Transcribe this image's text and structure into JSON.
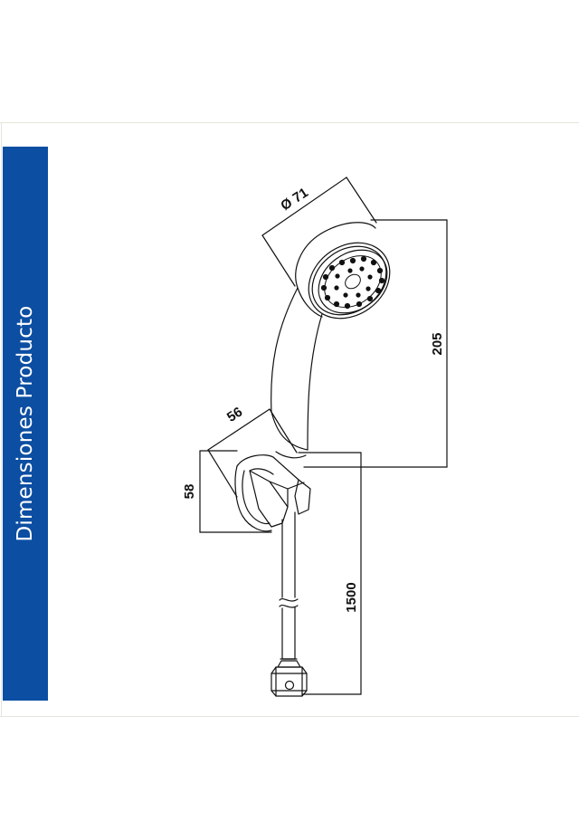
{
  "banner": {
    "title": "Dimensiones Producto"
  },
  "dimensions": {
    "head_diameter": "Ø 71",
    "total_height": "205",
    "holder_width": "56",
    "holder_height": "58",
    "hose_length": "1500"
  },
  "colors": {
    "banner_bg": "#0c4ea2",
    "banner_text": "#ffffff",
    "line": "#111111"
  }
}
